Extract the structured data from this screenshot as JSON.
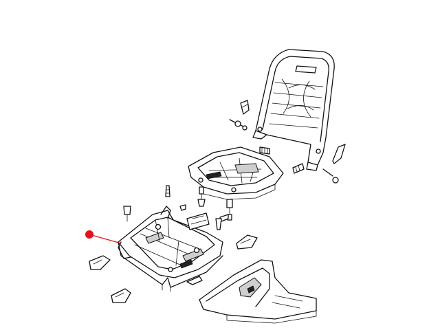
{
  "diagram": {
    "callout_color": "#e0141e",
    "line_color": "#111111",
    "background": "#ffffff",
    "parts": [
      "seat-back-frame",
      "seat-cushion-pan",
      "seat-track-adjuster",
      "side-shield-trim"
    ]
  }
}
